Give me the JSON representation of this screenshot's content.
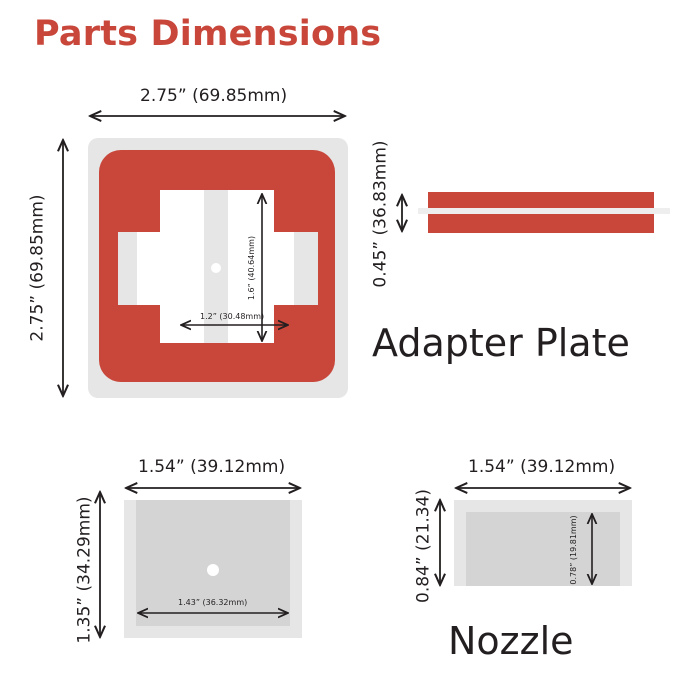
{
  "title": "Parts Dimensions",
  "adapter_plate": {
    "name": "Adapter Plate",
    "width_label": "2.75” (69.85mm)",
    "height_label": "2.75” (69.85mm)",
    "inner_height_label": "1.6” (40.64mm)",
    "inner_width_label": "1.2” (30.48mm)",
    "side_thickness_label": "0.45” (36.83mm)"
  },
  "bottom_left_part": {
    "width_label": "1.54” (39.12mm)",
    "height_label": "1.35” (34.29mm)",
    "inner_width_label": "1.43” (36.32mm)"
  },
  "nozzle": {
    "name": "Nozzle",
    "width_label": "1.54” (39.12mm)",
    "height_label": "0.84” (21.34)",
    "inner_height_label": "0.78” (19.81mm)"
  },
  "colors": {
    "accent": "#c8473a",
    "light_gray": "#e6e6e6",
    "mid_gray": "#d4d4d4",
    "text": "#231f20"
  }
}
